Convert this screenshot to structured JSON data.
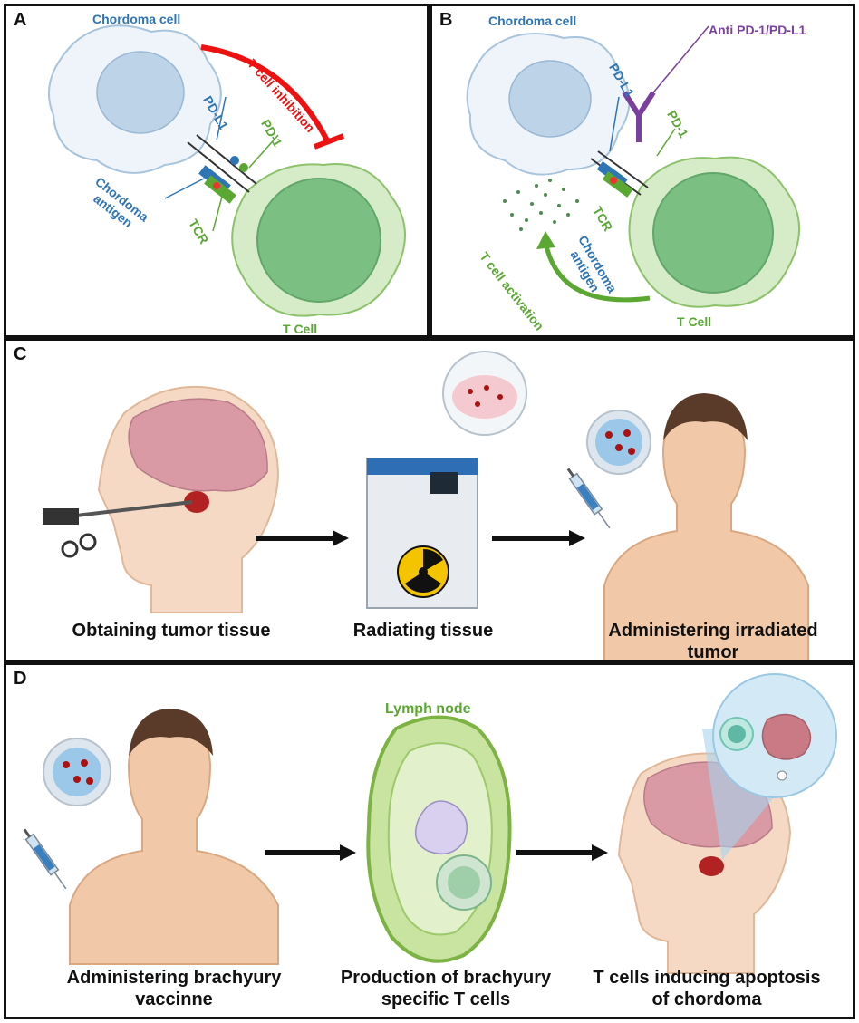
{
  "panels": {
    "A": {
      "letter": "A",
      "chordoma_cell": "Chordoma cell",
      "inhibition": "T cell inhibition",
      "pdl1": "PD-L1",
      "pd1": "PD-1",
      "antigen_line1": "Chordoma",
      "antigen_line2": "antigen",
      "tcr": "TCR",
      "t_cell": "T Cell"
    },
    "B": {
      "letter": "B",
      "chordoma_cell": "Chordoma cell",
      "antibody": "Anti PD-1/PD-L1",
      "pdl1": "PD-L1",
      "pd1": "PD-1",
      "tcr": "TCR",
      "antigen_line1": "Chordoma",
      "antigen_line2": "antigen",
      "activation": "T cell activation",
      "t_cell": "T Cell"
    },
    "C": {
      "letter": "C",
      "step1": "Obtaining tumor tissue",
      "step2": "Radiating tissue",
      "step3_line1": "Administering irradiated",
      "step3_line2": "tumor"
    },
    "D": {
      "letter": "D",
      "lymph_node": "Lymph node",
      "step1_line1": "Administering brachyury",
      "step1_line2": "vaccinne",
      "step2_line1": "Production of brachyury",
      "step2_line2": "specific T cells",
      "step3_line1": "T cells inducing apoptosis",
      "step3_line2": "of chordoma"
    }
  },
  "colors": {
    "chordoma_blue": "#2e75b6",
    "t_cell_green": "#5aa832",
    "inhibition_red": "#e11",
    "antibody_purple": "#7b3f9e"
  }
}
